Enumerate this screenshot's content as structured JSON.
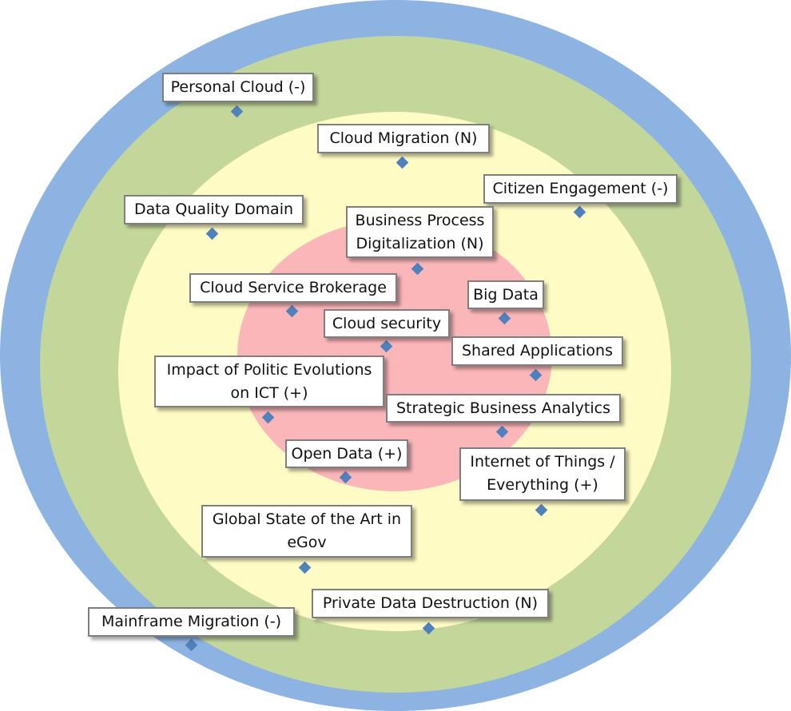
{
  "colors": {
    "outer_ring": "#8db3e2",
    "second_ring": "#c4d79b",
    "third_ring": "#fefcc4",
    "core": "#fbb6b9",
    "marker": "#4f81bd"
  },
  "items": [
    {
      "label": "Personal Cloud (-)"
    },
    {
      "label": "Cloud Migration (N)"
    },
    {
      "label": "Citizen Engagement (-)"
    },
    {
      "label": "Data Quality Domain"
    },
    {
      "label": "Business Process\nDigitalization (N)"
    },
    {
      "label": "Cloud Service Brokerage"
    },
    {
      "label": "Big Data"
    },
    {
      "label": "Cloud security"
    },
    {
      "label": "Shared Applications"
    },
    {
      "label": "Impact of Politic Evolutions\non ICT (+)"
    },
    {
      "label": "Strategic Business Analytics"
    },
    {
      "label": "Open Data (+)"
    },
    {
      "label": "Internet of Things /\nEverything (+)"
    },
    {
      "label": "Global State of the Art in\neGov"
    },
    {
      "label": "Private Data Destruction (N)"
    },
    {
      "label": "Mainframe Migration (-)"
    }
  ]
}
